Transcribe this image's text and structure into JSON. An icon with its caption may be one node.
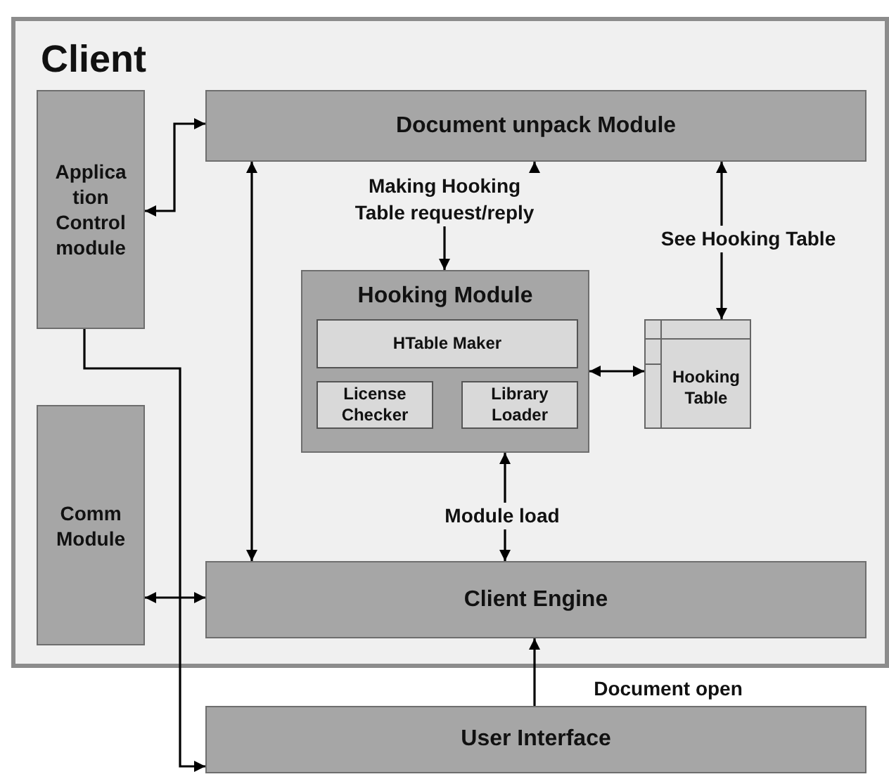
{
  "diagram": {
    "nodes": [
      {
        "text": [
          "Client"
        ]
      },
      {
        "text": [
          "Document unpack Module"
        ],
        "in": 0
      },
      {
        "text": [
          "Applica tion Control module"
        ],
        "in": 0
      },
      {
        "text": [
          "Hooking Module"
        ],
        "in": 0
      },
      {
        "text": [
          "HTable Maker"
        ],
        "in": 3
      },
      {
        "text": [
          "License Checker"
        ],
        "in": 3
      },
      {
        "text": [
          "Library Loader"
        ],
        "in": 3
      },
      {
        "text": [
          "Hooking Table"
        ],
        "in": 0
      },
      {
        "text": [
          "Comm Module"
        ],
        "in": 0
      },
      {
        "text": [
          "Client Engine"
        ],
        "in": 0
      },
      {
        "text": [
          "User Interface"
        ]
      }
    ],
    "edges": [
      {
        "from": 2,
        "to": 1,
        "arrow": "both"
      },
      {
        "from": 9,
        "to": 1,
        "arrow": "both"
      },
      {
        "from": 1,
        "to": 3,
        "arrow": "both",
        "label": "Making Hooking Table request/reply"
      },
      {
        "from": 1,
        "to": 7,
        "arrow": "both",
        "label": "See Hooking Table"
      },
      {
        "from": 3,
        "to": 7,
        "arrow": "both"
      },
      {
        "from": 3,
        "to": 9,
        "arrow": "both",
        "label": "Module load"
      },
      {
        "from": 8,
        "to": 9,
        "arrow": "both"
      },
      {
        "from": 2,
        "to": 10,
        "arrow": "to"
      },
      {
        "from": 10,
        "to": 9,
        "arrow": "to",
        "label": "Document open"
      }
    ]
  }
}
